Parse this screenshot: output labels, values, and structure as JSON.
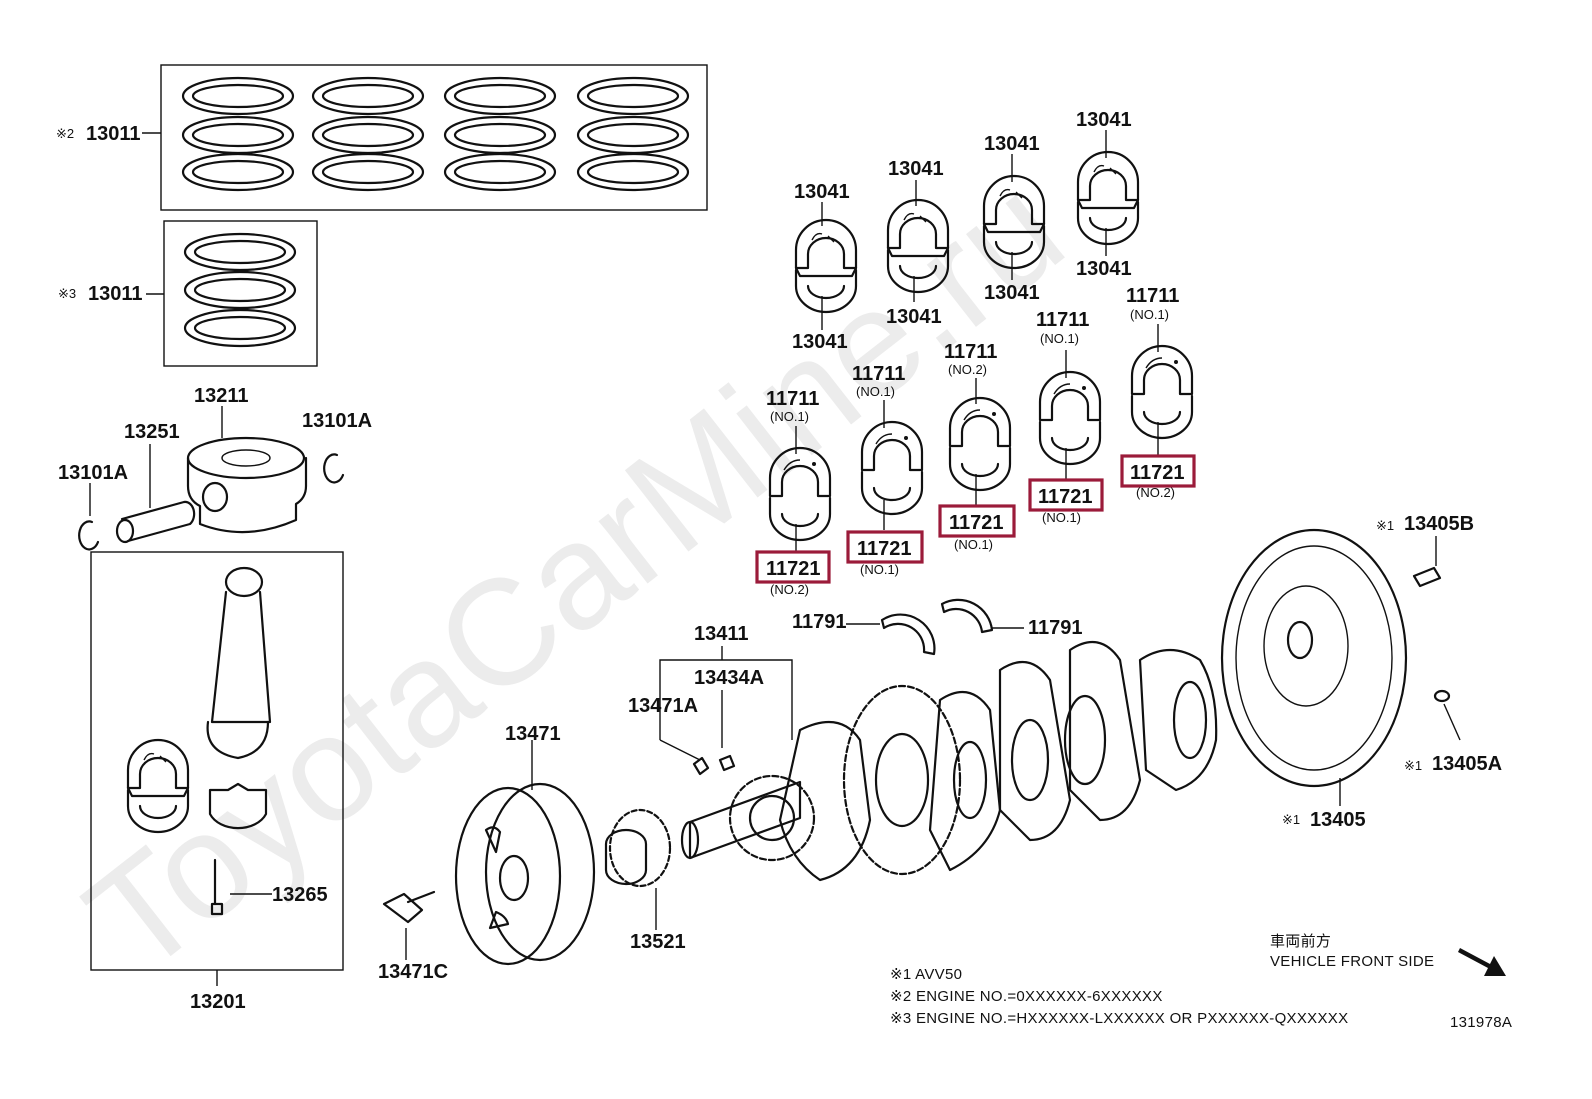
{
  "watermark": "ToyotaCarMine.ru",
  "labels": {
    "rings_set2": {
      "mark": "※2",
      "num": "13011"
    },
    "rings_set3": {
      "mark": "※3",
      "num": "13011"
    },
    "piston": "13211",
    "piston_pin": "13251",
    "snap_ring_left": "13101A",
    "snap_ring_right": "13101A",
    "conrod_assy": "13201",
    "conrod_bolt": "13265",
    "pulley": "13471",
    "pulley_bolt": "13471C",
    "crank_gear": "13521",
    "crank_key_group": "13411",
    "key_13434A": "13434A",
    "key_13471A": "13471A",
    "thrust_washer_left": "11791",
    "thrust_washer_right": "11791",
    "flywheel": {
      "mark": "※1",
      "num": "13405"
    },
    "flywheel_bolt": {
      "mark": "※1",
      "num": "13405B"
    },
    "flywheel_pin": {
      "mark": "※1",
      "num": "13405A"
    },
    "rod_bearings": [
      {
        "top": "13041",
        "bottom": "13041"
      },
      {
        "top": "13041",
        "bottom": "13041"
      },
      {
        "top": "13041",
        "bottom": "13041"
      },
      {
        "top": "13041",
        "bottom": "13041"
      }
    ],
    "main_bearings": [
      {
        "upper": "11711",
        "upper_sub": "(NO.1)",
        "lower": "11721",
        "lower_sub": "(NO.2)"
      },
      {
        "upper": "11711",
        "upper_sub": "(NO.1)",
        "lower": "11721",
        "lower_sub": "(NO.1)"
      },
      {
        "upper": "11711",
        "upper_sub": "(NO.2)",
        "lower": "11721",
        "lower_sub": "(NO.1)"
      },
      {
        "upper": "11711",
        "upper_sub": "(NO.1)",
        "lower": "11721",
        "lower_sub": "(NO.1)"
      },
      {
        "upper": "11711",
        "upper_sub": "(NO.1)",
        "lower": "11721",
        "lower_sub": "(NO.2)"
      }
    ]
  },
  "direction": {
    "jp": "車両前方",
    "en": "VEHICLE FRONT SIDE"
  },
  "notes": [
    "※1 AVV50",
    "※2 ENGINE NO.=0XXXXXX-6XXXXXX",
    "※3 ENGINE NO.=HXXXXXX-LXXXXXX OR PXXXXXX-QXXXXXX"
  ],
  "figure_id": "131978A",
  "colors": {
    "highlight": "#9b1b3a",
    "ink": "#111111",
    "watermark": "#e6e6e6"
  }
}
